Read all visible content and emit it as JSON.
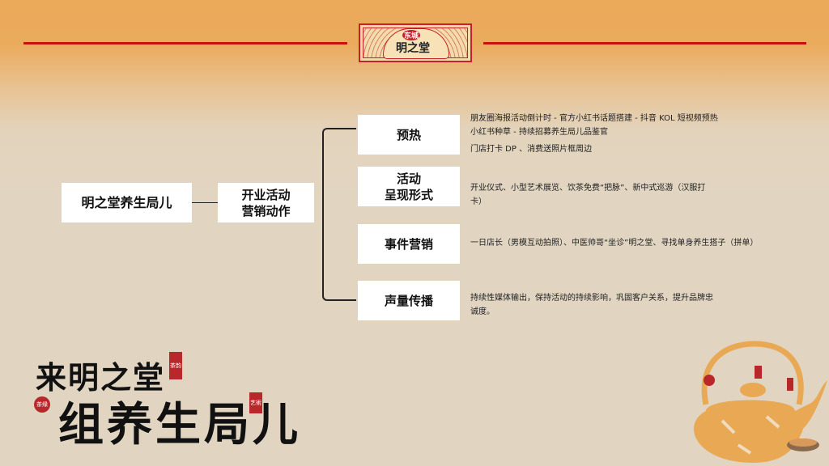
{
  "header": {
    "logo_small": "东城",
    "logo_main": "明之堂",
    "line_color": "#c8110a"
  },
  "diagram": {
    "root": "明之堂养生局儿",
    "middle": [
      "开业活动",
      "营销动作"
    ],
    "branches": [
      {
        "label": [
          "预热"
        ],
        "desc_lines": [
          "朋友圈海报活动倒计时 - 官方小红书话题搭建 - 抖音 KOL 短视频预热",
          "小红书种草 - 持续招募养生局儿品鉴官",
          "门店打卡 DP 、消费送照片框周边"
        ]
      },
      {
        "label": [
          "活动",
          "呈现形式"
        ],
        "desc_lines": [
          "开业仪式、小型艺术展览、饮茶免费“把脉”、新中式巡游（汉服打",
          "卡）"
        ]
      },
      {
        "label": [
          "事件营销"
        ],
        "desc_lines": [
          "一日店长（男模互动拍照）、中医帅哥“坐诊”明之堂、寻找单身养生搭子（拼单）"
        ]
      },
      {
        "label": [
          "声量传播"
        ],
        "desc_lines": [
          "持续性媒体输出，保持活动的持续影响，巩固客户关系，提升品牌忠",
          "诚度。"
        ]
      }
    ]
  },
  "calligraphy": {
    "line1": "来明之堂",
    "line2": "组养生局儿",
    "seal_a": "茶韵",
    "seal_b": "艺術",
    "seal_c": "茶缘"
  },
  "decor": {
    "teapot_color": "#e9a954",
    "seal_color": "#b8282a"
  }
}
